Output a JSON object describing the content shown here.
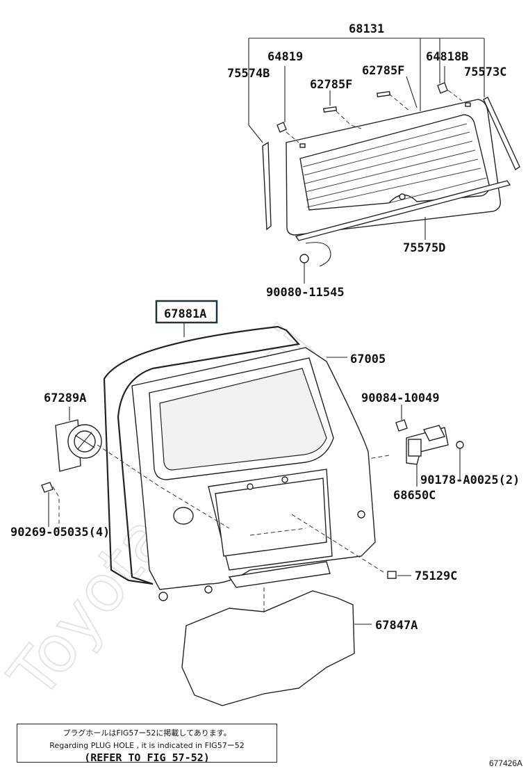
{
  "watermark": "ToyotaCarMini",
  "labels": {
    "p68131": "68131",
    "p64819": "64819",
    "p75574B": "75574B",
    "p62785F_left": "62785F",
    "p62785F_right": "62785F",
    "p64818B": "64818B",
    "p75573C": "75573C",
    "p75575D": "75575D",
    "p90080": "90080-11545",
    "p67881A": "67881A",
    "p67005": "67005",
    "p67289A": "67289A",
    "p90084": "90084-10049",
    "p90178": "90178-A0025(2)",
    "p68650C": "68650C",
    "p90269": "90269-05035(4)",
    "p75129C": "75129C",
    "p67847A": "67847A"
  },
  "note": {
    "japanese": "プラグホールはFIG57ー52に掲載してあります。",
    "english": "Regarding PLUG HOLE , it is indicated in FIG57ー52",
    "refer": "(REFER TO FIG 57-52)"
  },
  "figure_code": "677426A",
  "colors": {
    "line": "#222222",
    "highlight_box": "#22333a"
  }
}
